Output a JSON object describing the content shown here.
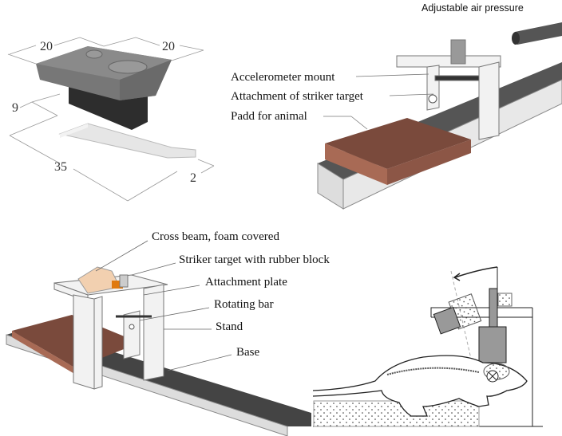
{
  "panel_part": {
    "dims": {
      "width_left": "20",
      "width_right": "20",
      "height": "9",
      "length": "35",
      "tip": "2"
    }
  },
  "panel_overview": {
    "air_label": "Adjustable air pressure",
    "labels": [
      "Accelerometer mount",
      "Attachment of striker target",
      "Padd for animal"
    ]
  },
  "panel_device": {
    "labels": [
      "Cross beam, foam covered",
      "Striker target with rubber block",
      "Attachment plate",
      "Rotating bar",
      "Stand",
      "Base"
    ]
  },
  "colors": {
    "pad": "#7a4a3c",
    "base": "#4a4a4a",
    "frame": "#f2f2f2",
    "orange": "#e07a10"
  }
}
